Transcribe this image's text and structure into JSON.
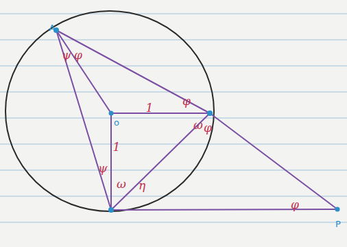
{
  "diagram": {
    "labels": [
      "A",
      "ψ",
      "φ",
      "o",
      "1",
      "φ",
      "ω",
      "φ",
      "1",
      "ψ",
      "ω",
      "η",
      "φ",
      "P"
    ]
  }
}
